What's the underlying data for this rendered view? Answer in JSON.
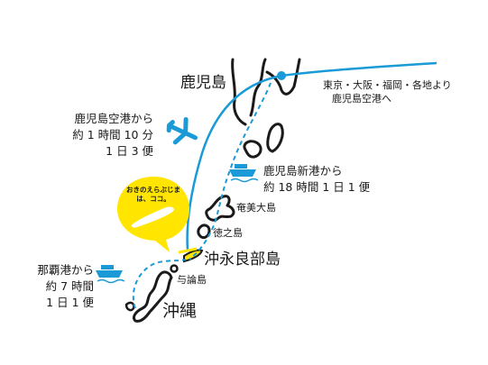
{
  "labels": {
    "kagoshima": "鹿児島",
    "from_cities_line1": "東京・大阪・福岡・各地より",
    "from_cities_line2": "鹿児島空港へ",
    "airport_line1": "鹿児島空港から",
    "airport_line2": "約 1 時間 10 分",
    "airport_line3": "1 日 3 便",
    "shinko_line1": "鹿児島新港から",
    "shinko_line2": "約 18 時間 1 日 1 便",
    "amami": "奄美大島",
    "tokunoshima": "徳之島",
    "okinoerabu": "沖永良部島",
    "yoron": "与論島",
    "naha_line1": "那覇港から",
    "naha_line2": "約 7 時間",
    "naha_line3": "1 日 1 便",
    "okinawa": "沖縄",
    "bubble_line1": "おきのえらぶじま",
    "bubble_line2": "は、ココ。"
  },
  "icons": {
    "airplane": "airplane-icon",
    "ferry": "ferry-icon",
    "pin": "location-pin-icon"
  },
  "colors": {
    "route": "#1a9ad6",
    "highlight": "#ffe500",
    "land": "#1a1a1a",
    "text": "#1a1a1a"
  }
}
